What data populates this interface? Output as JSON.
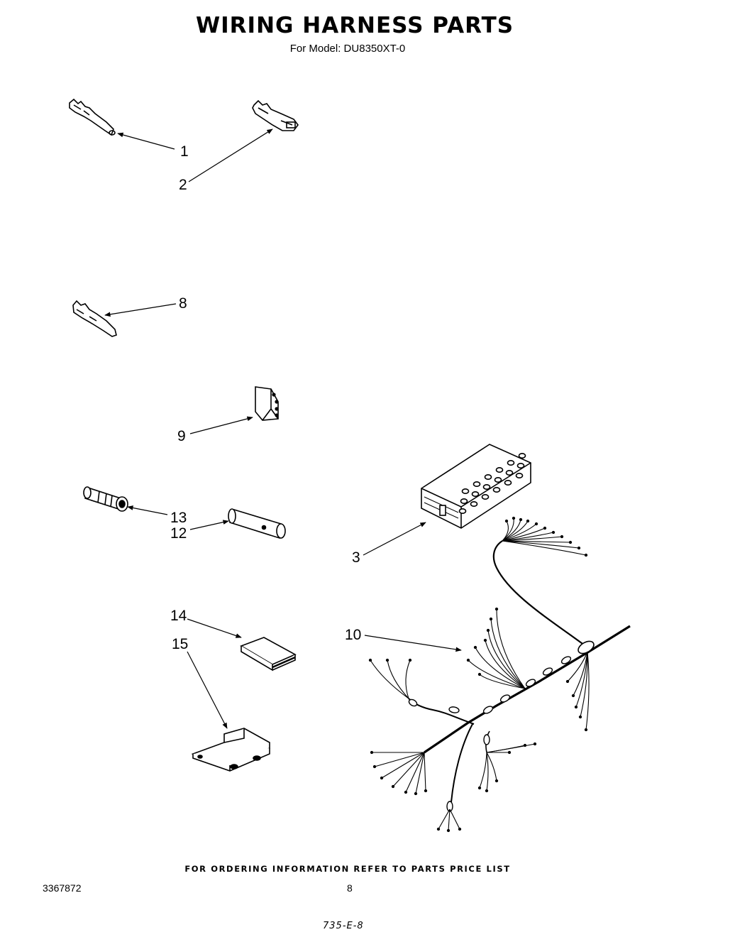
{
  "header": {
    "title": "WIRING HARNESS PARTS",
    "subtitle": "For Model: DU8350XT-0"
  },
  "callouts": {
    "c1": "1",
    "c2": "2",
    "c3": "3",
    "c8": "8",
    "c9": "9",
    "c10": "10",
    "c12": "12",
    "c13": "13",
    "c14": "14",
    "c15": "15"
  },
  "footer": {
    "ordering_note": "FOR ORDERING INFORMATION REFER TO PARTS PRICE LIST",
    "document_number": "3367872",
    "page_number": "8",
    "handwritten_code": "735-E-8"
  }
}
